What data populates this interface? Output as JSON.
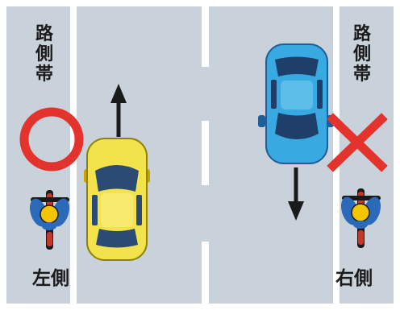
{
  "labels": {
    "shoulder_left": "路側帯",
    "shoulder_right": "路側帯",
    "side_left": "左側",
    "side_right": "右側"
  },
  "marks": {
    "left": "correct-circle",
    "right": "wrong-cross"
  },
  "colors": {
    "road": "#c9d2db",
    "lane_line": "#ffffff",
    "mark": "#e4332c",
    "car_left": "#f2e34c",
    "car_right": "#38a9e1",
    "arrow": "#1a1a1a"
  }
}
